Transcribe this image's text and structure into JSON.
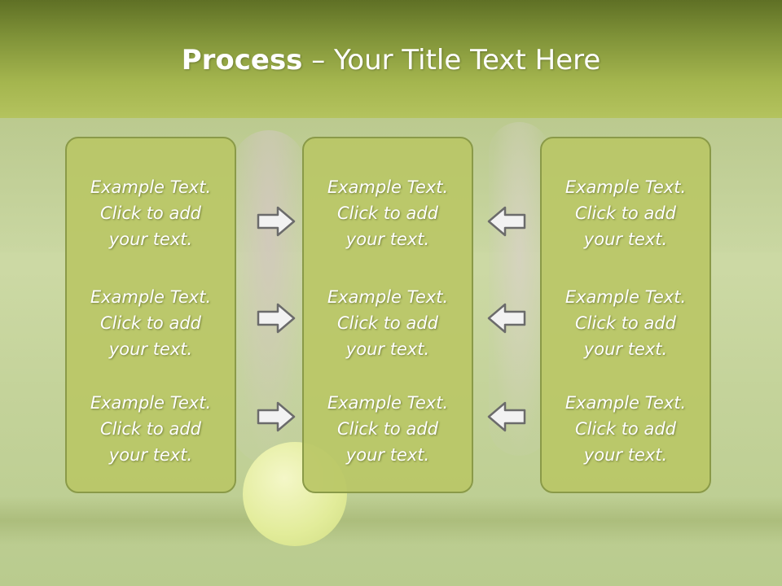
{
  "title": {
    "bold": "Process",
    "rest": " – Your Title Text Here"
  },
  "panels": [
    {
      "blocks": [
        [
          "Example Text.",
          "Click  to add",
          "your text."
        ],
        [
          "Example Text.",
          "Click  to add",
          "your text."
        ],
        [
          "Example Text.",
          "Click  to add",
          "your text."
        ]
      ]
    },
    {
      "blocks": [
        [
          "Example Text.",
          "Click  to add",
          "your text."
        ],
        [
          "Example Text.",
          "Click  to add",
          "your text."
        ],
        [
          "Example Text.",
          "Click  to add",
          "your text."
        ]
      ]
    },
    {
      "blocks": [
        [
          "Example Text.",
          "Click  to add",
          "your text."
        ],
        [
          "Example Text.",
          "Click  to add",
          "your text."
        ],
        [
          "Example Text.",
          "Click  to add",
          "your text."
        ]
      ]
    }
  ],
  "arrows": {
    "left_column": [
      "right-arrow-icon",
      "right-arrow-icon",
      "right-arrow-icon"
    ],
    "right_column": [
      "left-arrow-icon",
      "left-arrow-icon",
      "left-arrow-icon"
    ]
  },
  "colors": {
    "title_bar": "#7f9238",
    "panel_fill": "#bac766",
    "panel_border": "#8a9a48",
    "text": "#ffffff"
  }
}
